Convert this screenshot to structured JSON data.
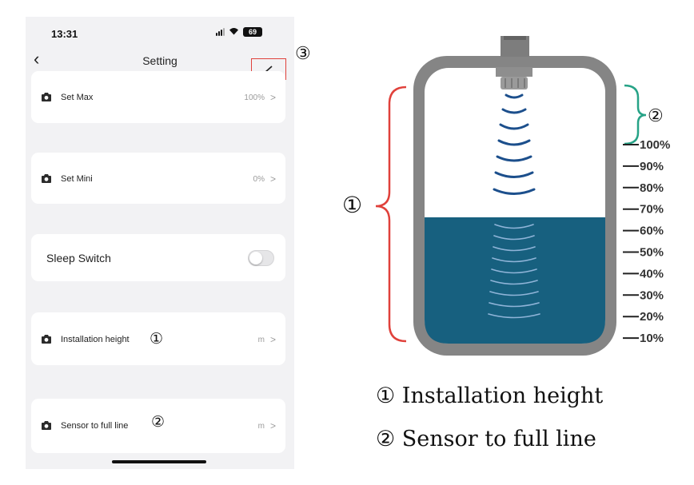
{
  "status_bar": {
    "time": "13:31",
    "battery": "69"
  },
  "nav": {
    "title": "Setting"
  },
  "settings": {
    "set_max": {
      "label": "Set Max",
      "value": "100%",
      "chevron": ">"
    },
    "set_mini": {
      "label": "Set Mini",
      "value": "0%",
      "chevron": ">"
    },
    "sleep_switch": {
      "label": "Sleep Switch",
      "enabled": false
    },
    "installation_height": {
      "label": "Installation height",
      "marker": "①",
      "value": "m",
      "chevron": ">"
    },
    "sensor_to_full_line": {
      "label": "Sensor to full line",
      "marker": "②",
      "value": "m",
      "chevron": ">"
    }
  },
  "annotation": {
    "edit_marker": "③"
  },
  "diagram": {
    "bracket_markers": [
      "①",
      "②"
    ],
    "scale_labels": [
      "100%",
      "90%",
      "80%",
      "70%",
      "60%",
      "50%",
      "40%",
      "30%",
      "20%",
      "10%"
    ],
    "water_color": "#17607f",
    "tank_color": "#858585",
    "wave_color": "#1c4f8c",
    "bracket_red": "#e0413b",
    "bracket_teal": "#27a387"
  },
  "legend": {
    "item1": "① Installation height",
    "item2": "② Sensor to full line"
  }
}
